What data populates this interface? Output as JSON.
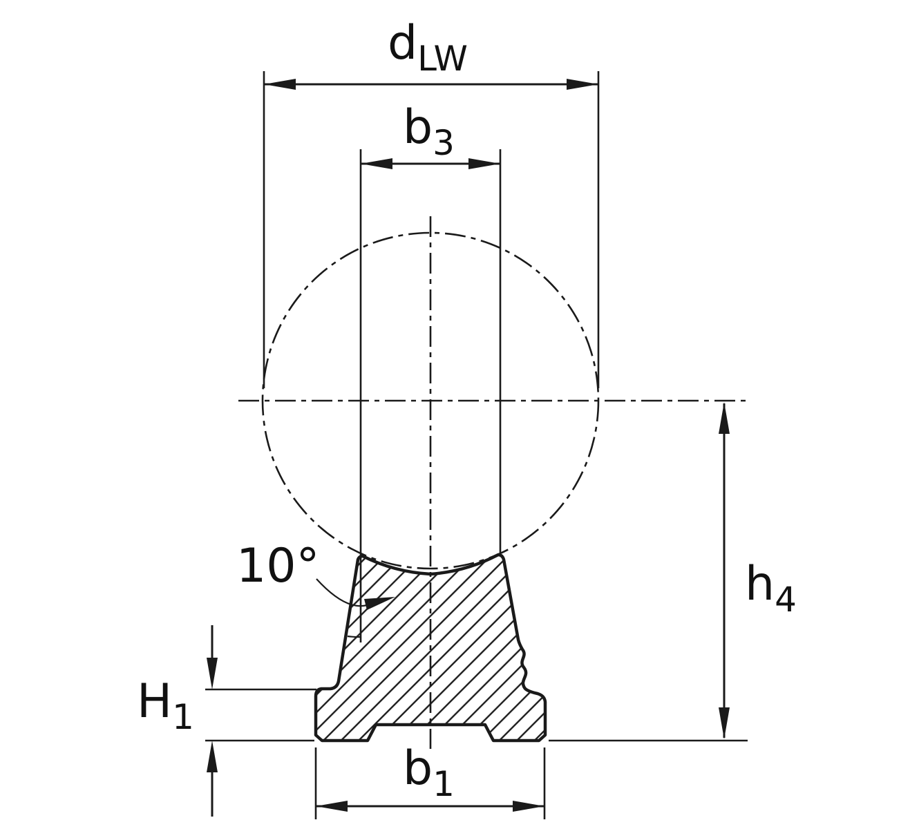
{
  "labels": {
    "d_lw": {
      "base": "d",
      "sub": "LW"
    },
    "b3": {
      "base": "b",
      "sub": "3"
    },
    "h4": {
      "base": "h",
      "sub": "4"
    },
    "h1": {
      "base": "H",
      "sub": "1"
    },
    "b1": {
      "base": "b",
      "sub": "1"
    },
    "angle": "10°"
  },
  "colors": {
    "line": "#1a1a1a",
    "background": "#ffffff"
  }
}
